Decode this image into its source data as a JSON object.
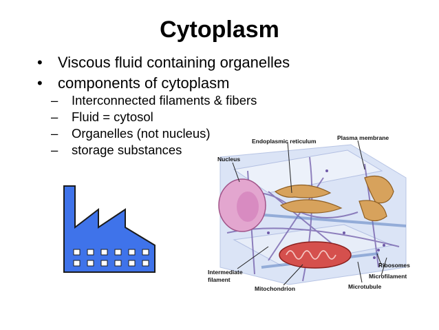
{
  "slide": {
    "title": "Cytoplasm",
    "bullets": [
      "Viscous fluid containing organelles",
      " components of cytoplasm"
    ],
    "sub_bullets": [
      "Interconnected filaments & fibers",
      "Fluid = cytosol",
      "Organelles (not nucleus)",
      " storage substances"
    ]
  },
  "factory_icon": {
    "icon": "factory-icon",
    "color": "#3f73ea"
  },
  "diagram": {
    "labels": {
      "endoplasmic_reticulum": "Endoplasmic reticulum",
      "plasma_membrane": "Plasma membrane",
      "nucleus": "Nucleus",
      "intermediate_1": "Intermediate",
      "intermediate_2": "filament",
      "ribosomes": "Ribosomes",
      "microfilament": "Microfilament",
      "mitochondrion": "Mitochondrion",
      "microtubule": "Microtubule"
    }
  }
}
